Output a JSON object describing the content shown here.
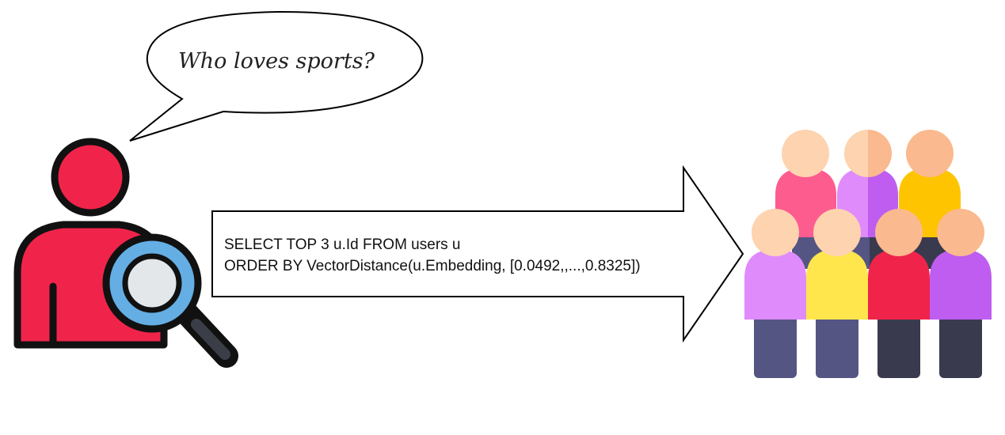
{
  "speech_bubble": {
    "text": "Who loves sports?"
  },
  "query_arrow": {
    "line1": "SELECT TOP 3 u.Id FROM users u",
    "line2": "ORDER BY VectorDistance(u.Embedding, [0.0492,,...,0.8325])"
  },
  "searcher_icon": {
    "name": "person-search-icon",
    "body_color": "#f0244a",
    "lens_ring_color": "#64aee4",
    "lens_glass_color": "#e4e7ea"
  },
  "crowd": {
    "back_row": [
      {
        "shirt": "#fd5c8e",
        "head": "#fdd3b0"
      },
      {
        "shirt": "#df8bfb",
        "shirt_shade": "#be5df0",
        "head": "#fdd3b0",
        "head_shade": "#fab98e"
      },
      {
        "shirt": "#ffc400",
        "head": "#fab98e"
      }
    ],
    "front_row": [
      {
        "shirt": "#df8bfb",
        "legs": "#555583",
        "head": "#fdd3b0"
      },
      {
        "shirt": "#ffe64c",
        "legs": "#555583",
        "head": "#fdd3b0"
      },
      {
        "shirt": "#f0244a",
        "legs": "#3a3a4e",
        "head": "#fab98e"
      },
      {
        "shirt": "#be5df0",
        "legs": "#3a3a4e",
        "head": "#fab98e"
      }
    ]
  }
}
